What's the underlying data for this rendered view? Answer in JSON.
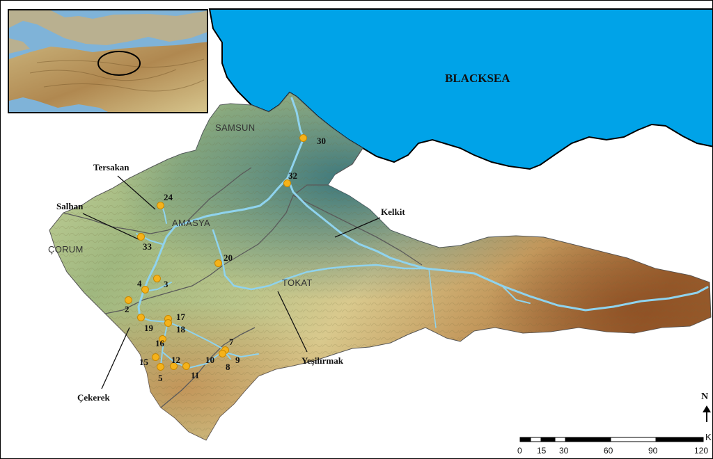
{
  "sea_label": "BLACKSEA",
  "cities": {
    "samsun": "SAMSUN",
    "amasya": "AMASYA",
    "corum": "ÇORUM",
    "tokat": "TOKAT"
  },
  "rivers": {
    "tersakan": "Tersakan",
    "salhan": "Salhan",
    "kelkit": "Kelkit",
    "cekerek": "Çekerek",
    "yesilirmak": "Yeşilırmak"
  },
  "sites": [
    {
      "id": "30",
      "label": "30"
    },
    {
      "id": "32",
      "label": "32"
    },
    {
      "id": "24",
      "label": "24"
    },
    {
      "id": "33",
      "label": "33"
    },
    {
      "id": "20",
      "label": "20"
    },
    {
      "id": "4",
      "label": "4"
    },
    {
      "id": "3",
      "label": "3"
    },
    {
      "id": "2",
      "label": "2"
    },
    {
      "id": "19",
      "label": "19"
    },
    {
      "id": "17",
      "label": "17"
    },
    {
      "id": "18",
      "label": "18"
    },
    {
      "id": "16",
      "label": "16"
    },
    {
      "id": "7",
      "label": "7"
    },
    {
      "id": "10",
      "label": "10"
    },
    {
      "id": "9",
      "label": "9"
    },
    {
      "id": "8",
      "label": "8"
    },
    {
      "id": "15",
      "label": "15"
    },
    {
      "id": "12",
      "label": "12"
    },
    {
      "id": "5",
      "label": "5"
    },
    {
      "id": "11",
      "label": "11"
    }
  ],
  "north_label": "N",
  "scale": {
    "ticks": [
      "0",
      "15",
      "30",
      "60",
      "90",
      "120"
    ],
    "unit": "K"
  },
  "colors": {
    "sea": "#00a3e8",
    "river": "#8fd3ee",
    "site_marker": "#f5b21a",
    "lowland": "#c9d49a",
    "highland": "#a0632f",
    "valley": "#4f8c8a"
  }
}
